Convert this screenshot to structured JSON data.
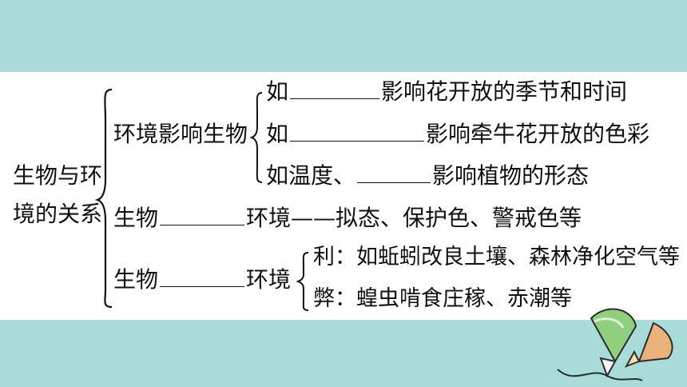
{
  "root": {
    "line1": "生物与环",
    "line2": "境的关系"
  },
  "effect_of_env": {
    "label": "环境影响生物",
    "items": [
      {
        "prefix": "如",
        "suffix": "影响花开放的季节和时间"
      },
      {
        "prefix": "如",
        "suffix": "影响牵牛花开放的色彩"
      },
      {
        "prefix": "如温度、",
        "suffix": "影响植物的形态"
      }
    ]
  },
  "adapt": {
    "subject": "生物",
    "object": "环境",
    "rest": "——拟态、保护色、警戒色等"
  },
  "affect": {
    "subject": "生物",
    "object": "环境",
    "items": [
      {
        "text": "利：如蚯蚓改良土壤、森林净化空气等"
      },
      {
        "text": "弊：蝗虫啃食庄稼、赤潮等"
      }
    ]
  },
  "colors": {
    "band": "#a9dcd8",
    "text": "#111111",
    "pencil_green": "#8fcf7e",
    "pencil_tan": "#e9b27a"
  }
}
